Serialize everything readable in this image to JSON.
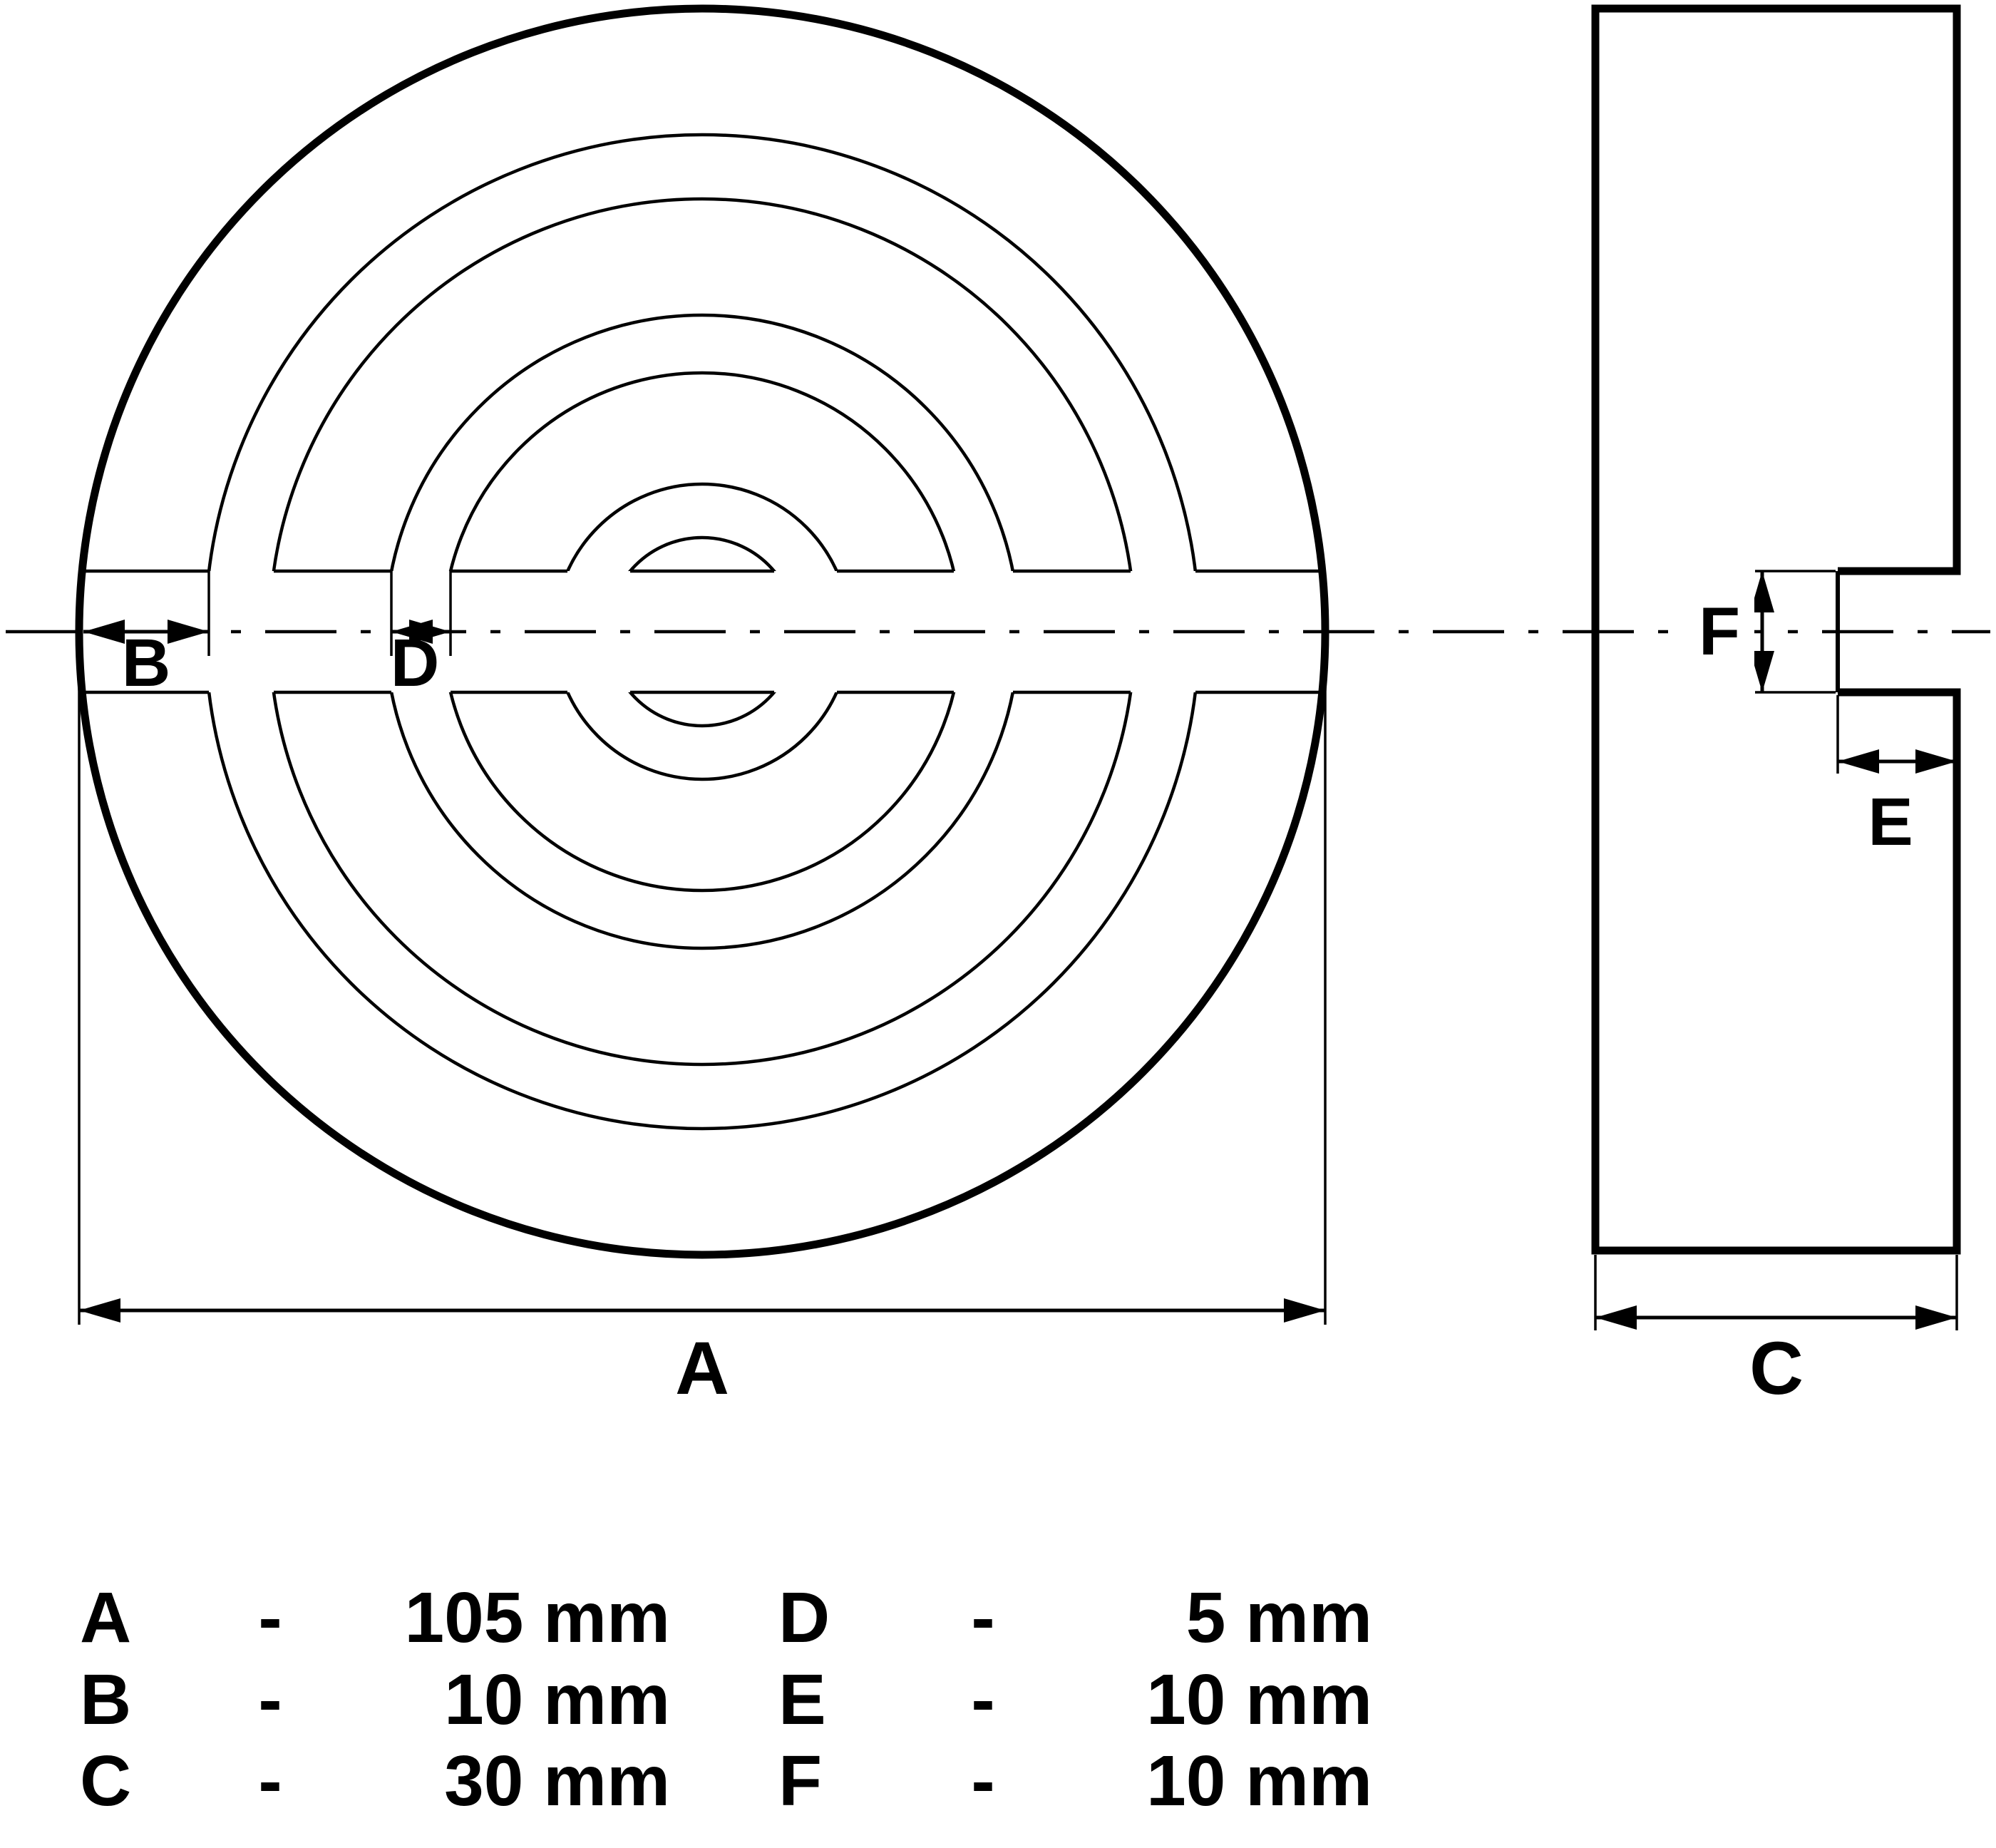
{
  "drawing_type": "technical-dimension-drawing",
  "colors": {
    "ink": "#000000",
    "paper": "#ffffff"
  },
  "dims": {
    "A": "A",
    "B": "B",
    "C": "C",
    "D": "D",
    "E": "E",
    "F": "F"
  },
  "table": {
    "rows": [
      {
        "key": "A",
        "sep": "-",
        "value": "105 mm"
      },
      {
        "key": "B",
        "sep": "-",
        "value": "10 mm"
      },
      {
        "key": "C",
        "sep": "-",
        "value": "30 mm"
      },
      {
        "key": "D",
        "sep": "-",
        "value": "5 mm"
      },
      {
        "key": "E",
        "sep": "-",
        "value": "10 mm"
      },
      {
        "key": "F",
        "sep": "-",
        "value": "10 mm"
      }
    ]
  }
}
